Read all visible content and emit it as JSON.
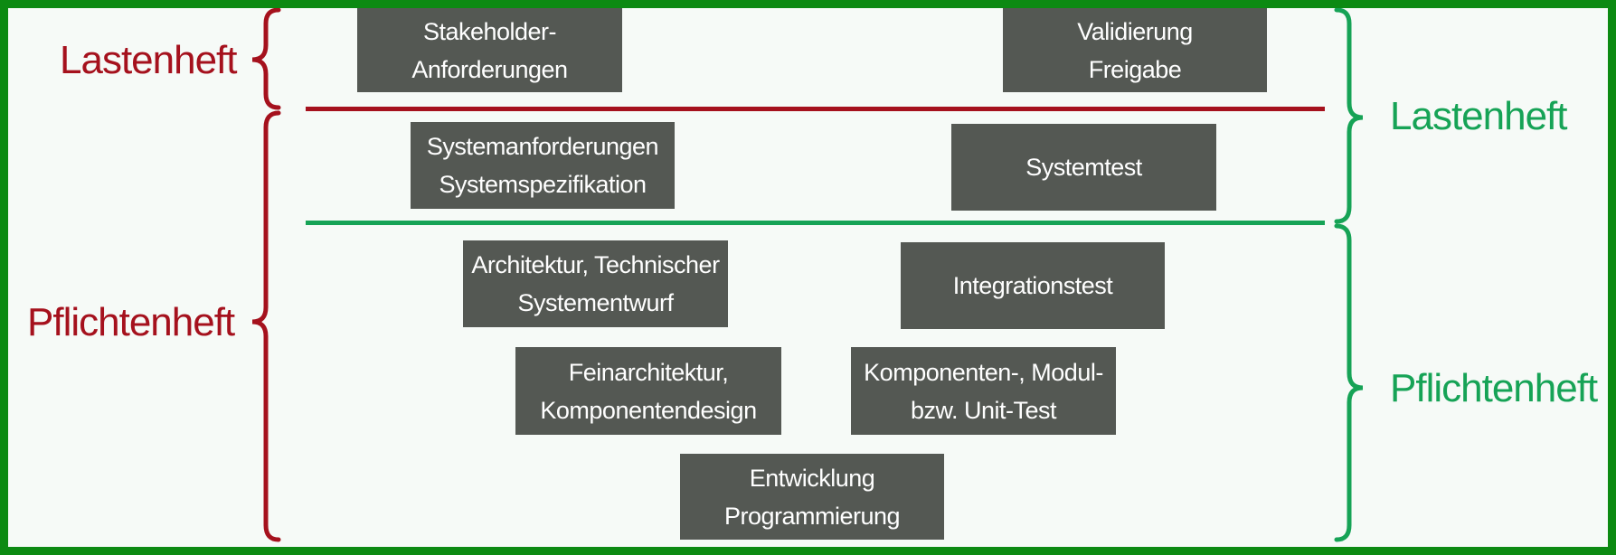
{
  "colors": {
    "frame": "#0c8a12",
    "background": "#f6faf7",
    "red": "#a5111d",
    "green": "#16a356",
    "box": "#545853",
    "box_text": "#ffffff"
  },
  "left_labels": {
    "top": "Lastenheft",
    "bottom": "Pflichtenheft"
  },
  "right_labels": {
    "top": "Lastenheft",
    "bottom": "Pflichtenheft"
  },
  "boxes": {
    "stakeholder": [
      "Stakeholder-",
      "Anforderungen"
    ],
    "validierung": [
      "Validierung",
      "Freigabe"
    ],
    "systemanforderungen": [
      "Systemanforderungen",
      "Systemspezifikation"
    ],
    "systemtest": [
      "Systemtest"
    ],
    "architektur": [
      "Architektur, Technischer",
      "Systementwurf"
    ],
    "integrationstest": [
      "Integrationstest"
    ],
    "feinarchitektur": [
      "Feinarchitektur,",
      "Komponentendesign"
    ],
    "komponententest": [
      "Komponenten-, Modul-",
      "bzw. Unit-Test"
    ],
    "entwicklung": [
      "Entwicklung",
      "Programmierung"
    ]
  }
}
